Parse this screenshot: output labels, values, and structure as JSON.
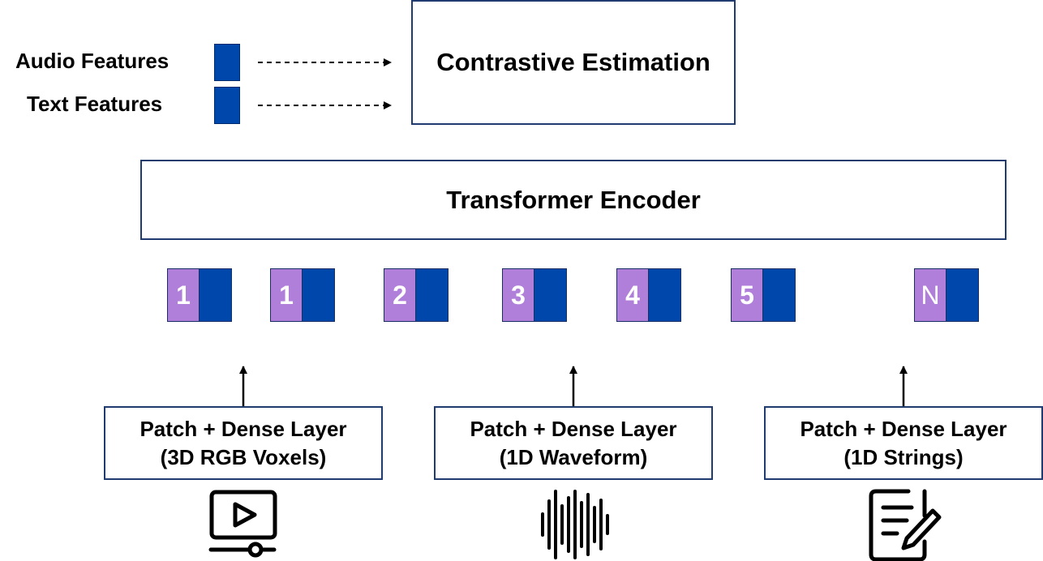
{
  "legend": {
    "audio_label": "Audio Features",
    "text_label": "Text Features"
  },
  "contrastive": {
    "label": "Contrastive Estimation"
  },
  "encoder": {
    "label": "Transformer Encoder"
  },
  "tokens": [
    "1",
    "1",
    "2",
    "3",
    "4",
    "5",
    "N"
  ],
  "patch_layers": [
    {
      "line1": "Patch + Dense Layer",
      "line2": "(3D RGB Voxels)",
      "icon": "video-play-icon"
    },
    {
      "line1": "Patch + Dense Layer",
      "line2": "(1D Waveform)",
      "icon": "audio-waveform-icon"
    },
    {
      "line1": "Patch + Dense Layer",
      "line2": "(1D Strings)",
      "icon": "document-pencil-icon"
    }
  ],
  "colors": {
    "embedding": "#0047ab",
    "position": "#b07fd9",
    "box_border": "#1f3b6f"
  }
}
